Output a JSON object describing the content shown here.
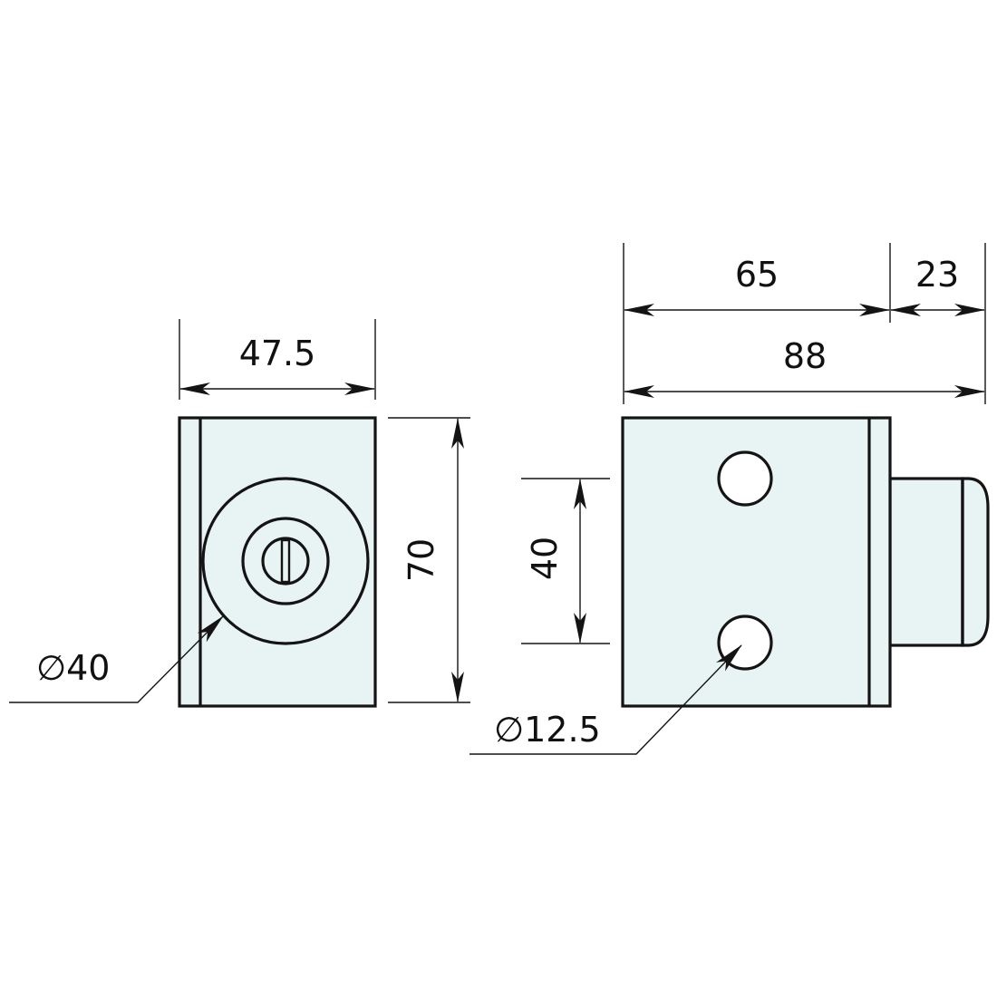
{
  "figure": {
    "colors": {
      "part_fill": "#e7f4f3",
      "line": "#141414",
      "background": "#ffffff"
    },
    "front_view": {
      "width_label": "47.5",
      "height_label": "70",
      "diameter_label": "∅40"
    },
    "side_view": {
      "body_length_label": "65",
      "bolt_length_label": "23",
      "total_length_label": "88",
      "hole_spacing_label": "40",
      "hole_diameter_label": "∅12.5"
    }
  }
}
